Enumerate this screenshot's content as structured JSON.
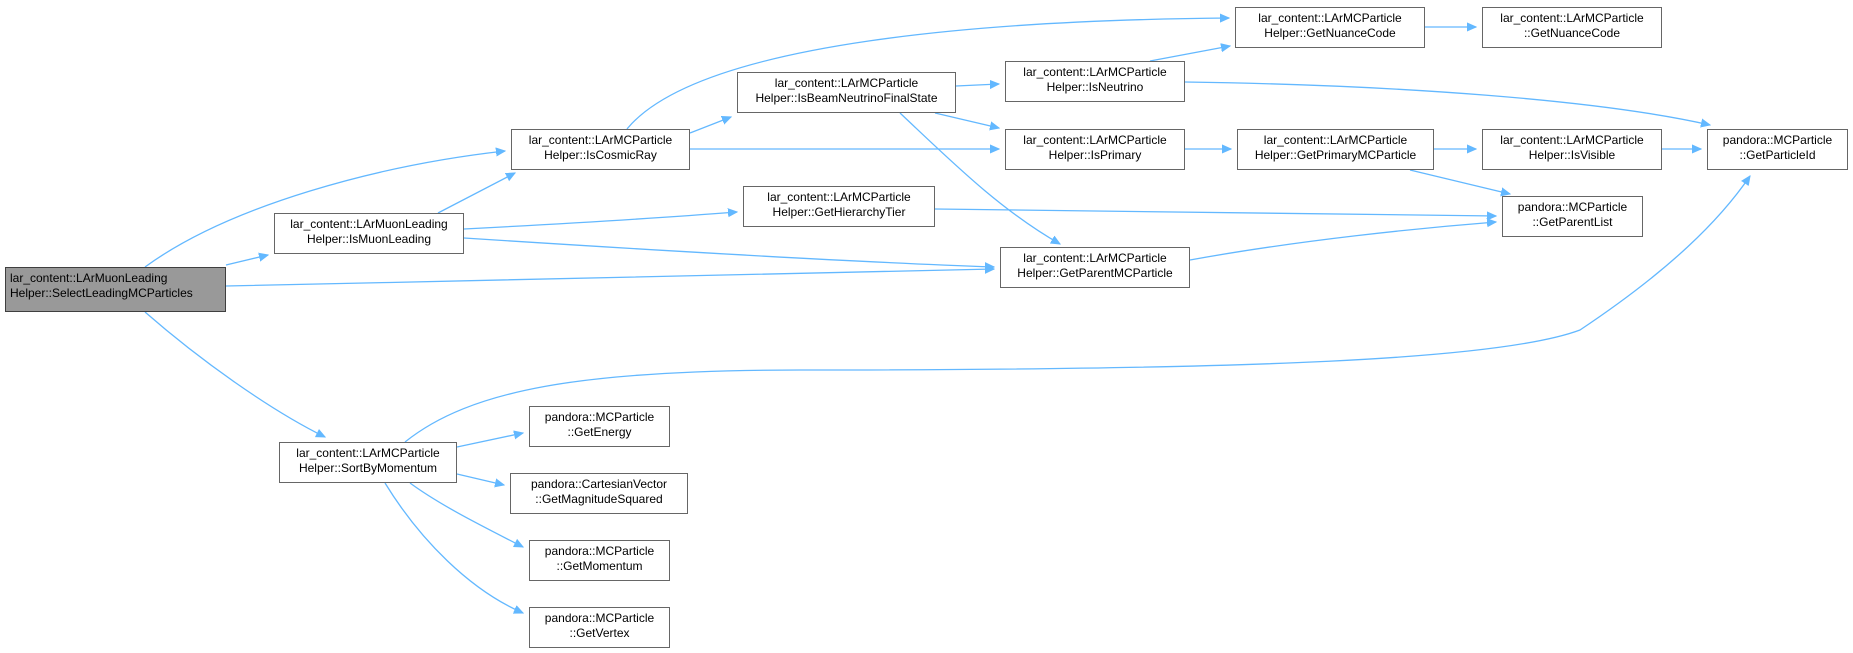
{
  "graph": {
    "edge_color": "#63b8ff",
    "node_border_color": "#666666",
    "root_fill_color": "#999999",
    "nodes": [
      {
        "id": "root",
        "line1": "lar_content::LArMuonLeading",
        "line2": "Helper::SelectLeadingMCParticles"
      },
      {
        "id": "isMuonLeading",
        "line1": "lar_content::LArMuonLeading",
        "line2": "Helper::IsMuonLeading"
      },
      {
        "id": "isCosmicRay",
        "line1": "lar_content::LArMCParticle",
        "line2": "Helper::IsCosmicRay"
      },
      {
        "id": "sortByMomentum",
        "line1": "lar_content::LArMCParticle",
        "line2": "Helper::SortByMomentum"
      },
      {
        "id": "isBeamNeutrino",
        "line1": "lar_content::LArMCParticle",
        "line2": "Helper::IsBeamNeutrinoFinalState"
      },
      {
        "id": "getHierarchyTier",
        "line1": "lar_content::LArMCParticle",
        "line2": "Helper::GetHierarchyTier"
      },
      {
        "id": "isNeutrino",
        "line1": "lar_content::LArMCParticle",
        "line2": "Helper::IsNeutrino"
      },
      {
        "id": "isPrimary",
        "line1": "lar_content::LArMCParticle",
        "line2": "Helper::IsPrimary"
      },
      {
        "id": "getParentMCParticle",
        "line1": "lar_content::LArMCParticle",
        "line2": "Helper::GetParentMCParticle"
      },
      {
        "id": "getNuanceCodeHelper",
        "line1": "lar_content::LArMCParticle",
        "line2": "Helper::GetNuanceCode"
      },
      {
        "id": "getNuanceCode",
        "line1": "lar_content::LArMCParticle",
        "line2": "::GetNuanceCode"
      },
      {
        "id": "getPrimaryMCParticle",
        "line1": "lar_content::LArMCParticle",
        "line2": "Helper::GetPrimaryMCParticle"
      },
      {
        "id": "isVisible",
        "line1": "lar_content::LArMCParticle",
        "line2": "Helper::IsVisible"
      },
      {
        "id": "getParticleId",
        "line1": "pandora::MCParticle",
        "line2": "::GetParticleId"
      },
      {
        "id": "getParentList",
        "line1": "pandora::MCParticle",
        "line2": "::GetParentList"
      },
      {
        "id": "getEnergy",
        "line1": "pandora::MCParticle",
        "line2": "::GetEnergy"
      },
      {
        "id": "getMagnitudeSquared",
        "line1": "pandora::CartesianVector",
        "line2": "::GetMagnitudeSquared"
      },
      {
        "id": "getMomentum",
        "line1": "pandora::MCParticle",
        "line2": "::GetMomentum"
      },
      {
        "id": "getVertex",
        "line1": "pandora::MCParticle",
        "line2": "::GetVertex"
      }
    ],
    "edges": [
      {
        "from": "root",
        "to": "isCosmicRay"
      },
      {
        "from": "root",
        "to": "isMuonLeading"
      },
      {
        "from": "root",
        "to": "getParentMCParticle"
      },
      {
        "from": "root",
        "to": "sortByMomentum"
      },
      {
        "from": "isMuonLeading",
        "to": "isCosmicRay"
      },
      {
        "from": "isMuonLeading",
        "to": "getHierarchyTier"
      },
      {
        "from": "isMuonLeading",
        "to": "getParentMCParticle"
      },
      {
        "from": "isCosmicRay",
        "to": "getNuanceCodeHelper"
      },
      {
        "from": "isCosmicRay",
        "to": "isBeamNeutrino"
      },
      {
        "from": "isCosmicRay",
        "to": "isPrimary"
      },
      {
        "from": "isBeamNeutrino",
        "to": "isNeutrino"
      },
      {
        "from": "isBeamNeutrino",
        "to": "isPrimary"
      },
      {
        "from": "isBeamNeutrino",
        "to": "getParentMCParticle"
      },
      {
        "from": "isNeutrino",
        "to": "getNuanceCodeHelper"
      },
      {
        "from": "isNeutrino",
        "to": "getParticleId"
      },
      {
        "from": "getNuanceCodeHelper",
        "to": "getNuanceCode"
      },
      {
        "from": "isPrimary",
        "to": "getPrimaryMCParticle"
      },
      {
        "from": "getPrimaryMCParticle",
        "to": "isVisible"
      },
      {
        "from": "getPrimaryMCParticle",
        "to": "getParentList"
      },
      {
        "from": "isVisible",
        "to": "getParticleId"
      },
      {
        "from": "getHierarchyTier",
        "to": "getParentList"
      },
      {
        "from": "getParentMCParticle",
        "to": "getParentList"
      },
      {
        "from": "sortByMomentum",
        "to": "getParticleId"
      },
      {
        "from": "sortByMomentum",
        "to": "getEnergy"
      },
      {
        "from": "sortByMomentum",
        "to": "getMagnitudeSquared"
      },
      {
        "from": "sortByMomentum",
        "to": "getMomentum"
      },
      {
        "from": "sortByMomentum",
        "to": "getVertex"
      }
    ]
  }
}
